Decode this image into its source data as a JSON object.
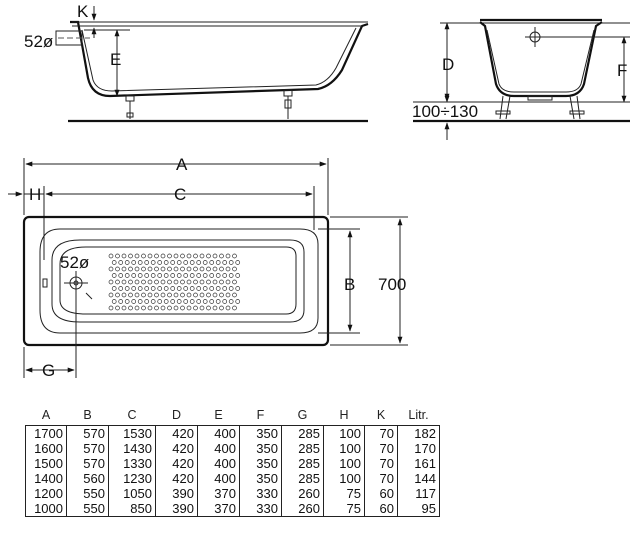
{
  "side_view": {
    "labels": {
      "k": "K",
      "diam": "52ø",
      "e": "E"
    }
  },
  "end_view": {
    "labels": {
      "d": "D",
      "f": "F",
      "floor_gap": "100÷130"
    }
  },
  "top_view": {
    "labels": {
      "a": "A",
      "h": "H",
      "c": "C",
      "b": "B",
      "width": "700",
      "diam": "52ø",
      "g": "G"
    }
  },
  "spec_table": {
    "headers": [
      "A",
      "B",
      "C",
      "D",
      "E",
      "F",
      "G",
      "H",
      "K",
      "Litr."
    ],
    "rows": [
      [
        "1700",
        "570",
        "1530",
        "420",
        "400",
        "350",
        "285",
        "100",
        "70",
        "182"
      ],
      [
        "1600",
        "570",
        "1430",
        "420",
        "400",
        "350",
        "285",
        "100",
        "70",
        "170"
      ],
      [
        "1500",
        "570",
        "1330",
        "420",
        "400",
        "350",
        "285",
        "100",
        "70",
        "161"
      ],
      [
        "1400",
        "560",
        "1230",
        "420",
        "400",
        "350",
        "285",
        "100",
        "70",
        "144"
      ],
      [
        "1200",
        "550",
        "1050",
        "390",
        "370",
        "330",
        "260",
        "75",
        "60",
        "117"
      ],
      [
        "1000",
        "550",
        "850",
        "390",
        "370",
        "330",
        "260",
        "75",
        "60",
        "95"
      ]
    ]
  }
}
